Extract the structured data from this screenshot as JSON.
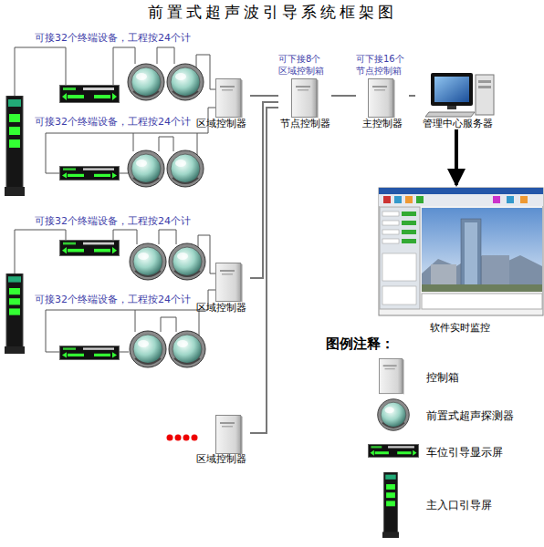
{
  "diagram": {
    "title": "前置式超声波引导系统框架图",
    "nodes": [
      {
        "text": [
          "区域控制器"
        ]
      },
      {
        "text": [
          "节点控制器"
        ]
      },
      {
        "text": [
          "主控制器"
        ]
      },
      {
        "text": [
          "管理中心服务器"
        ]
      },
      {
        "text": [
          "软件实时监控"
        ]
      },
      {
        "text": [
          "区域控制器"
        ]
      },
      {
        "text": [
          "区域控制器"
        ]
      }
    ],
    "edges": [
      {
        "from": 0,
        "to": 1,
        "arrow": "none"
      },
      {
        "from": 5,
        "to": 1,
        "arrow": "none"
      },
      {
        "from": 6,
        "to": 1,
        "arrow": "none"
      },
      {
        "from": 1,
        "to": 2,
        "arrow": "none"
      },
      {
        "from": 2,
        "to": 3,
        "arrow": "none"
      },
      {
        "from": 3,
        "to": 4,
        "arrow": "to"
      }
    ],
    "labels": [
      "可接32个终端设备，工程按24个计",
      "可接32个终端设备，工程按24个计",
      "可接32个终端设备，工程按24个计",
      "可接32个终端设备，工程按24个计",
      "可下接8个 区域控制箱",
      "可下接16个 节点控制箱",
      "图例注释："
    ],
    "legend": [
      {
        "text": "控制箱"
      },
      {
        "text": "前置式超声探测器"
      },
      {
        "text": "车位引导显示屏"
      },
      {
        "text": "主入口引导屏"
      }
    ]
  }
}
